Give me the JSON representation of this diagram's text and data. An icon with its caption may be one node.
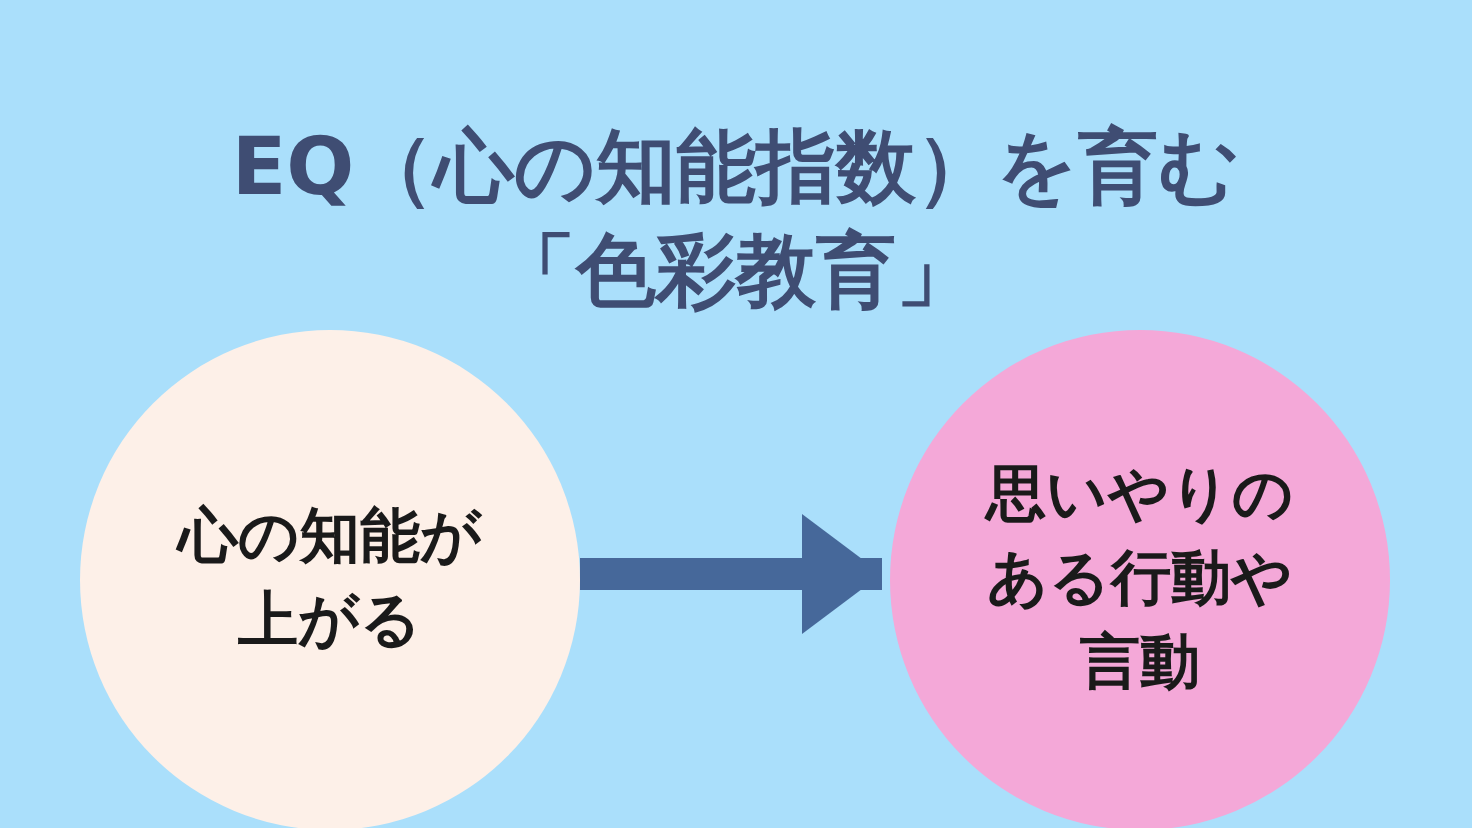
{
  "diagram": {
    "title": "EQ（心の知能指数）を育む「色彩教育」",
    "nodes": [
      {
        "text": [
          "心の知能が上がる"
        ]
      },
      {
        "text": [
          "思いやりのある行動や言動"
        ]
      }
    ],
    "edges": [
      {
        "from": 0,
        "to": 1,
        "arrow": "to"
      }
    ]
  }
}
